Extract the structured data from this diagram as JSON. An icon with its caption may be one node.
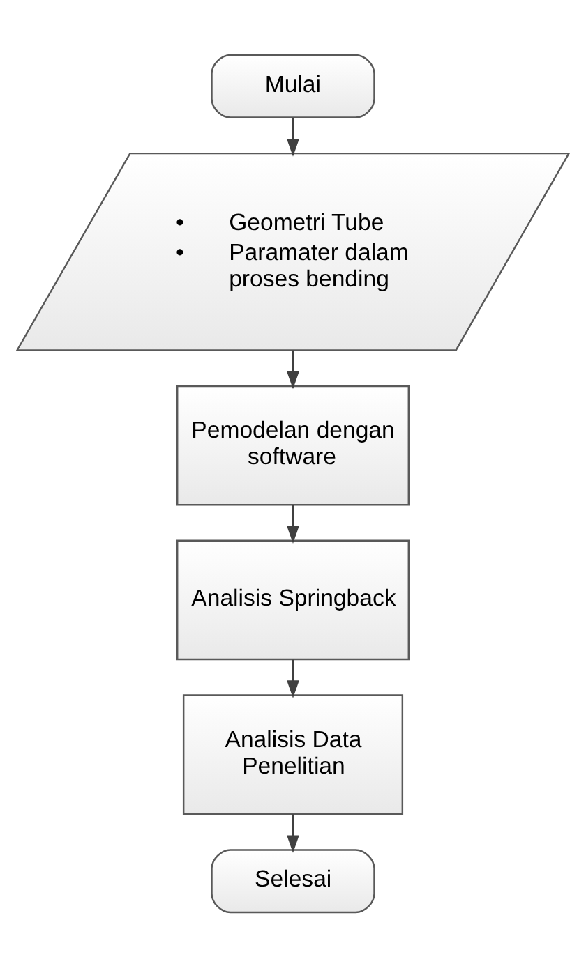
{
  "diagram": {
    "nodes": [
      {
        "text": [
          "Mulai"
        ]
      },
      {
        "text": [
          "• Geometri Tube",
          "• Paramater dalam proses bending"
        ]
      },
      {
        "text": [
          "Pemodelan dengan software"
        ]
      },
      {
        "text": [
          "Analisis Springback"
        ]
      },
      {
        "text": [
          "Analisis Data Penelitian"
        ]
      },
      {
        "text": [
          "Selesai"
        ]
      }
    ],
    "edges": [
      {
        "from": 0,
        "to": 1,
        "arrow": "to"
      },
      {
        "from": 1,
        "to": 2,
        "arrow": "to"
      },
      {
        "from": 2,
        "to": 3,
        "arrow": "to"
      },
      {
        "from": 3,
        "to": 4,
        "arrow": "to"
      },
      {
        "from": 4,
        "to": 5,
        "arrow": "to"
      }
    ]
  }
}
